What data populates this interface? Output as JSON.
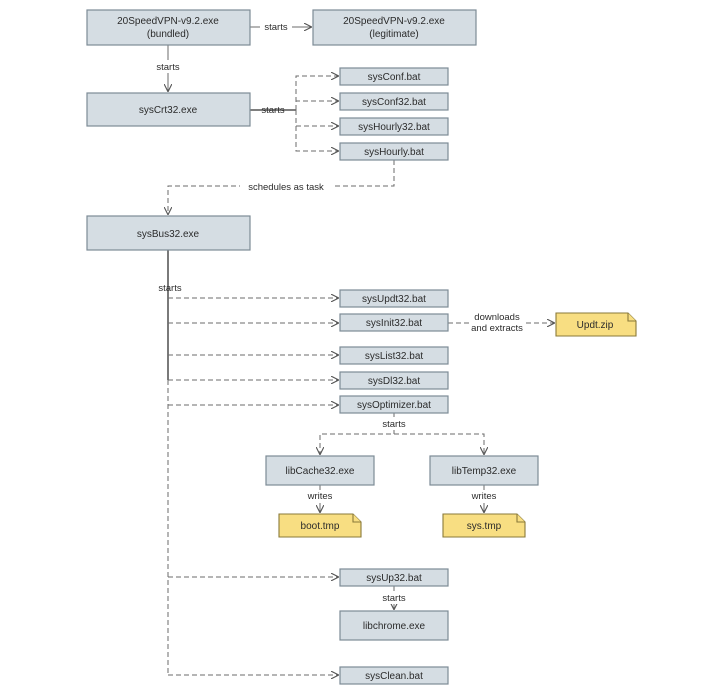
{
  "nodes": {
    "vpn_bundled": {
      "line1": "20SpeedVPN-v9.2.exe",
      "line2": "(bundled)"
    },
    "vpn_legit": {
      "line1": "20SpeedVPN-v9.2.exe",
      "line2": "(legitimate)"
    },
    "syscrt32": "sysCrt32.exe",
    "sysconf": "sysConf.bat",
    "sysconf32": "sysConf32.bat",
    "syshourly32": "sysHourly32.bat",
    "syshourly": "sysHourly.bat",
    "sysbus32": "sysBus32.exe",
    "sysupdt32": "sysUpdt32.bat",
    "sysinit32": "sysInit32.bat",
    "updt_zip": "Updt.zip",
    "syslist32": "sysList32.bat",
    "sysdl32": "sysDl32.bat",
    "sysoptimizer": "sysOptimizer.bat",
    "libcache32": "libCache32.exe",
    "libtemp32": "libTemp32.exe",
    "boot_tmp": "boot.tmp",
    "sys_tmp": "sys.tmp",
    "sysup32": "sysUp32.bat",
    "libchrome": "libchrome.exe",
    "sysclean": "sysClean.bat"
  },
  "edge_labels": {
    "starts_1": "starts",
    "starts_2": "starts",
    "starts_3": "starts",
    "schedules": "schedules as task",
    "starts_4": "starts",
    "downloads_line1": "downloads",
    "downloads_line2": "and extracts",
    "starts_5": "starts",
    "writes_1": "writes",
    "writes_2": "writes",
    "starts_6": "starts"
  }
}
